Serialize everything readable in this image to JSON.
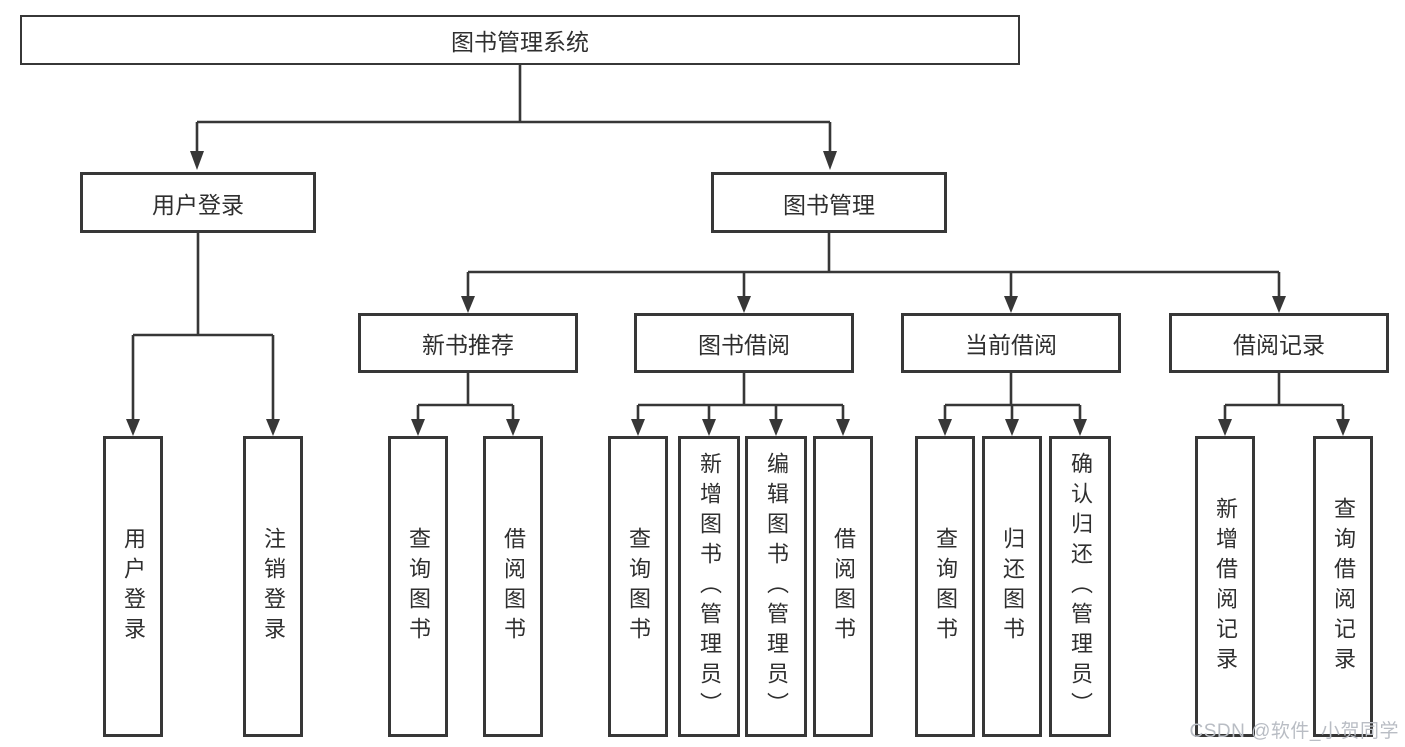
{
  "diagram": {
    "tree": {
      "root": "图书管理系统",
      "children": [
        {
          "label": "用户登录",
          "children": [
            {
              "label": "用户登录"
            },
            {
              "label": "注销登录"
            }
          ]
        },
        {
          "label": "图书管理",
          "children": [
            {
              "label": "新书推荐",
              "children": [
                {
                  "label": "查询图书"
                },
                {
                  "label": "借阅图书"
                }
              ]
            },
            {
              "label": "图书借阅",
              "children": [
                {
                  "label": "查询图书"
                },
                {
                  "label": "新增图书（管理员）"
                },
                {
                  "label": "编辑图书（管理员）"
                },
                {
                  "label": "借阅图书"
                }
              ]
            },
            {
              "label": "当前借阅",
              "children": [
                {
                  "label": "查询图书"
                },
                {
                  "label": "归还图书"
                },
                {
                  "label": "确认归还（管理员）"
                }
              ]
            },
            {
              "label": "借阅记录",
              "children": [
                {
                  "label": "新增借阅记录"
                },
                {
                  "label": "查询借阅记录"
                }
              ]
            }
          ]
        }
      ]
    }
  },
  "watermark": {
    "text": "CSDN @软件_小贺同学"
  },
  "colors": {
    "line": "#373737",
    "text": "#2f2f2f",
    "background": "#ffffff",
    "watermark": "#b9bdc4"
  }
}
